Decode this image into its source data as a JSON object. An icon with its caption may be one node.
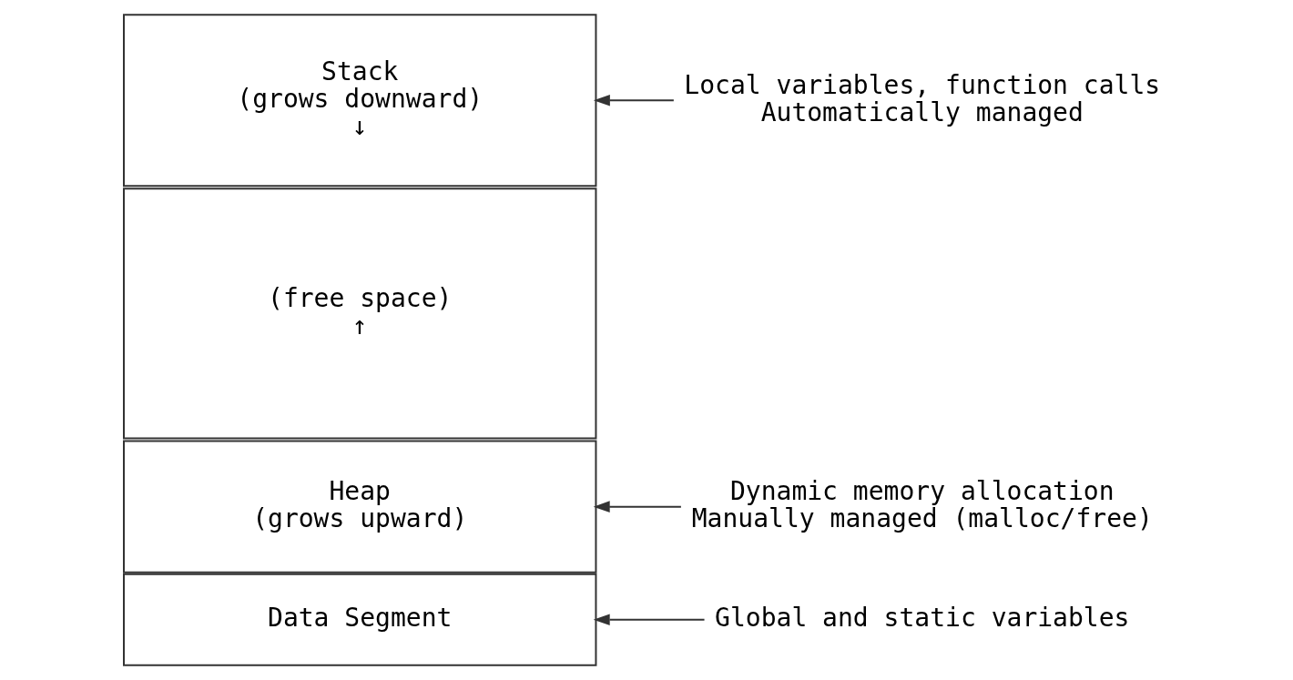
{
  "diagram": {
    "nodes": [
      {
        "text": [
          "Stack",
          "(grows downward)",
          "↓"
        ]
      },
      {
        "text": [
          "(free space)",
          "↑"
        ]
      },
      {
        "text": [
          "Heap",
          "(grows upward)"
        ]
      },
      {
        "text": [
          "Data Segment"
        ]
      },
      {
        "text": [
          "Local variables, function calls",
          "Automatically managed"
        ]
      },
      {
        "text": [
          "Dynamic memory allocation",
          "Manually managed (malloc/free)"
        ]
      },
      {
        "text": [
          "Global and static variables"
        ]
      }
    ],
    "edges": [
      {
        "from": 4,
        "to": 0,
        "arrow": "to"
      },
      {
        "from": 5,
        "to": 2,
        "arrow": "to"
      },
      {
        "from": 6,
        "to": 3,
        "arrow": "to"
      }
    ]
  }
}
